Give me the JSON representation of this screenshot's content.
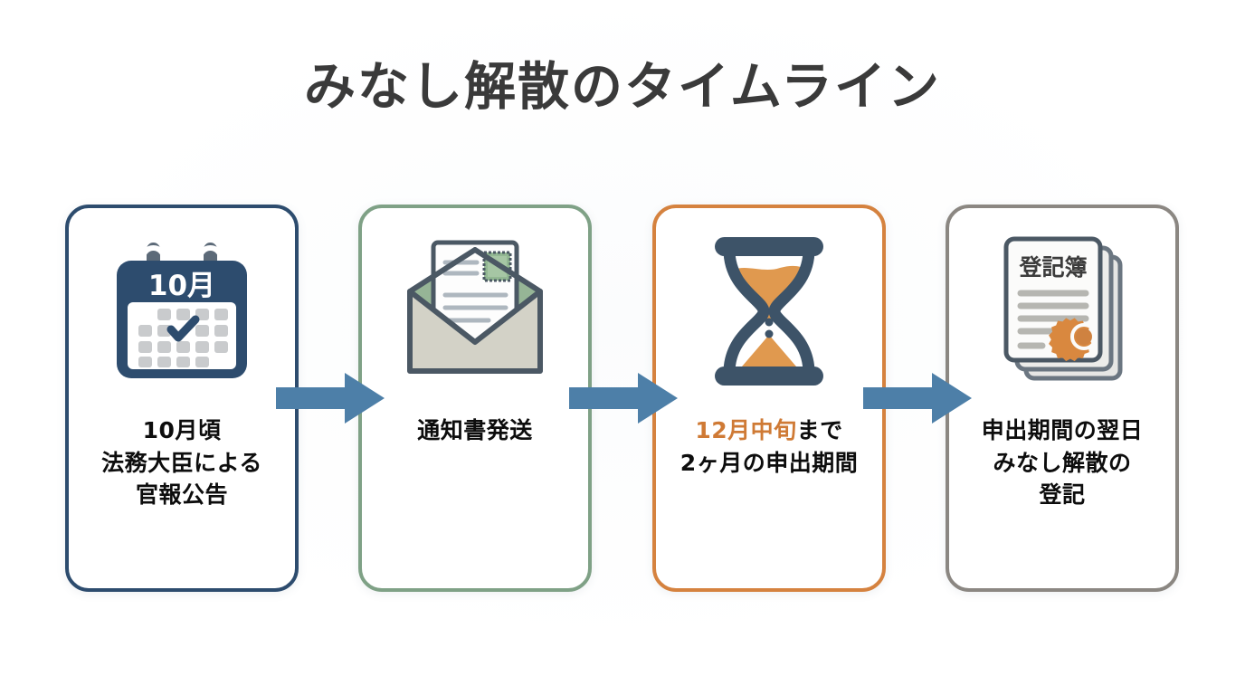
{
  "page": {
    "title": "みなし解散のタイムライン",
    "background_color": "#ffffff",
    "title_color": "#3a3a3a",
    "arrow_color": "#4d7fa8",
    "highlight_color": "#cf7a35"
  },
  "steps": [
    {
      "id": "step-1",
      "icon": "calendar-icon",
      "icon_badge": "10月",
      "border_color": "#2d4c6e",
      "label_lines": [
        "10月頃",
        "法務大臣による",
        "官報公告"
      ]
    },
    {
      "id": "step-2",
      "icon": "open-envelope-letter-icon",
      "border_color": "#7fa186",
      "label_lines": [
        "通知書発送"
      ]
    },
    {
      "id": "step-3",
      "icon": "hourglass-icon",
      "border_color": "#d5823f",
      "label_highlight": "12月中旬",
      "label_after_highlight": "まで",
      "label_lines": [
        "12月中旬まで",
        "2ヶ月の申出期間"
      ]
    },
    {
      "id": "step-4",
      "icon": "registry-documents-icon",
      "icon_badge": "登記簿",
      "border_color": "#8b8782",
      "label_lines": [
        "申出期間の翌日",
        "みなし解散の",
        "登記"
      ]
    }
  ],
  "arrows": [
    {
      "id": "arrow-1",
      "from": "step-1",
      "to": "step-2",
      "direction": "right"
    },
    {
      "id": "arrow-2",
      "from": "step-2",
      "to": "step-3",
      "direction": "right"
    },
    {
      "id": "arrow-3",
      "from": "step-3",
      "to": "step-4",
      "direction": "right"
    }
  ]
}
